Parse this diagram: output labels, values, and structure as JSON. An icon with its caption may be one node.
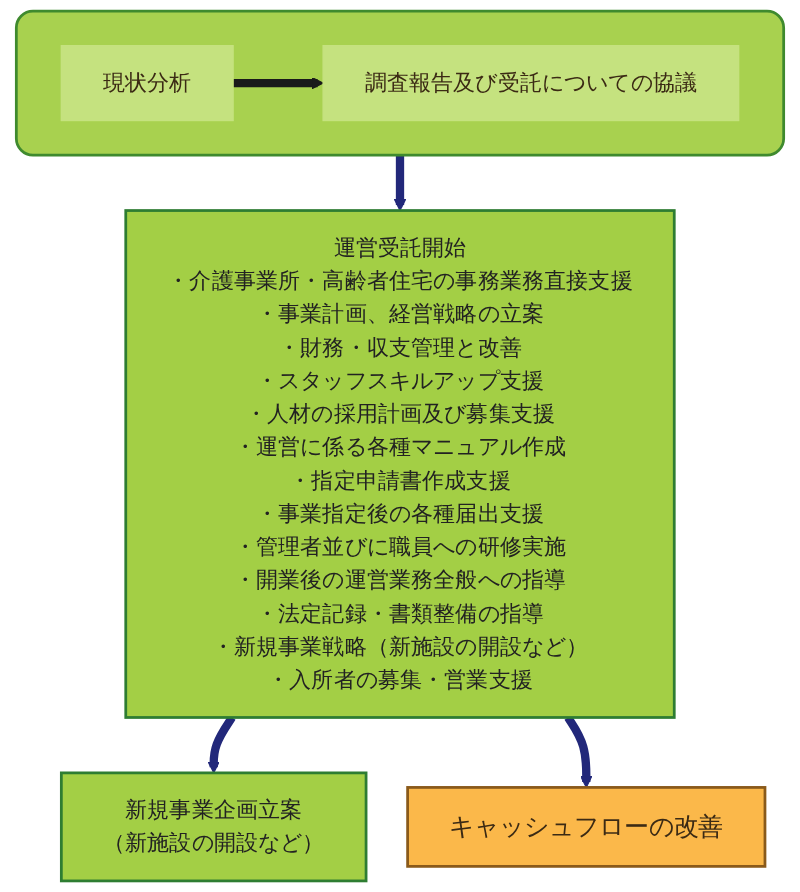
{
  "diagram": {
    "nodes": [
      {
        "text": [],
        "shape": "box"
      },
      {
        "text": [
          "現状分析"
        ],
        "in": 0
      },
      {
        "text": [
          "調査報告及び受託についての協議"
        ],
        "in": 0
      },
      {
        "text": [
          "運営受託開始",
          "・介護事業所・高齢者住宅の事務業務直接支援",
          "・事業計画、経営戦略の立案",
          "・財務・収支管理と改善",
          "・スタッフスキルアップ支援",
          "・人材の採用計画及び募集支援",
          "・運営に係る各種マニュアル作成",
          "・指定申請書作成支援",
          "・事業指定後の各種届出支援",
          "・管理者並びに職員への研修実施",
          "・開業後の運営業務全般への指導",
          "・法定記録・書類整備の指導",
          "・新規事業戦略（新施設の開設など）",
          "・入所者の募集・営業支援"
        ]
      },
      {
        "text": [
          "新規事業企画立案",
          "（新施設の開設など）"
        ]
      },
      {
        "text": [
          "キャッシュフローの改善"
        ]
      }
    ],
    "edges": [
      {
        "from": 1,
        "to": 2,
        "arrow": "to",
        "color": "#1a1a1a"
      },
      {
        "from": 0,
        "to": 3,
        "arrow": "to"
      },
      {
        "from": 3,
        "to": 4,
        "arrow": "to"
      },
      {
        "from": 3,
        "to": 5,
        "arrow": "to"
      }
    ]
  }
}
